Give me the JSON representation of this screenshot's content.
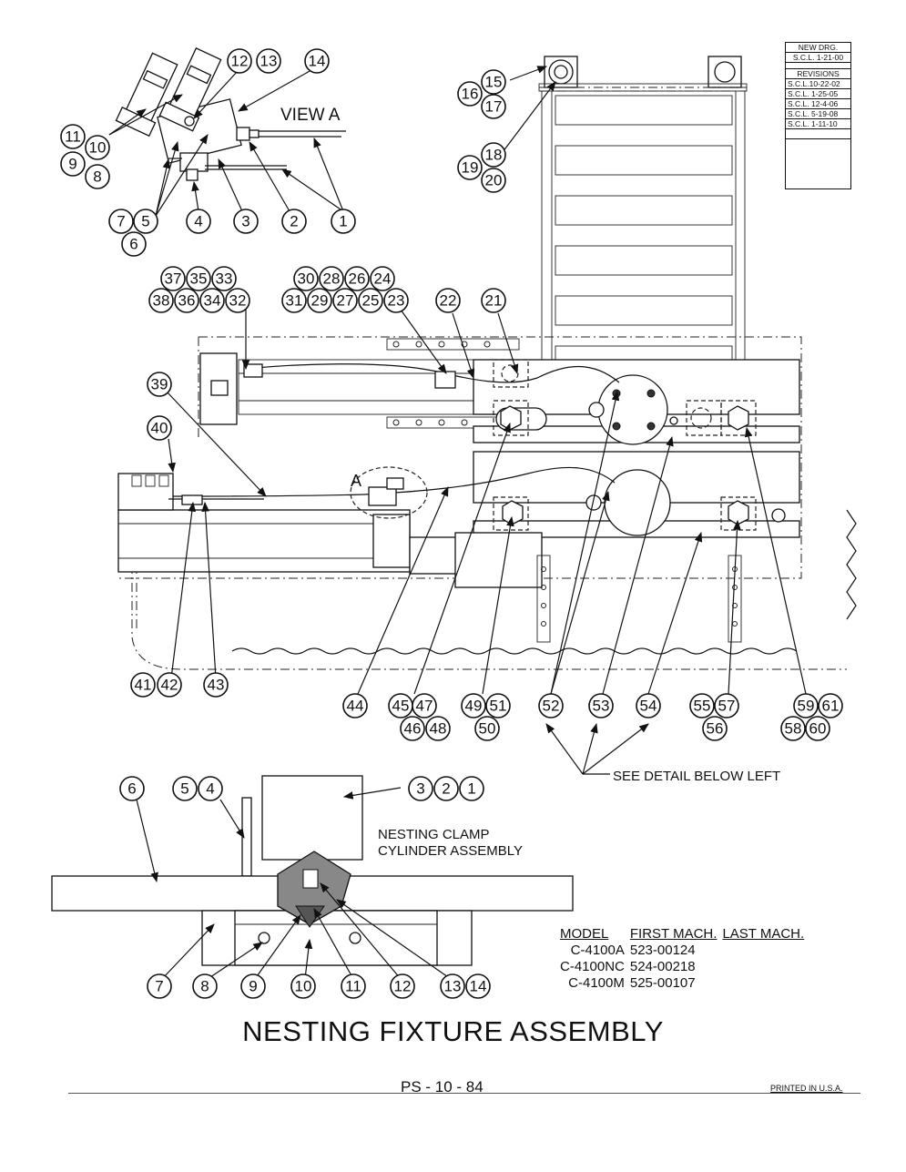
{
  "revisions": {
    "header": "NEW DRG.",
    "original": "S.C.L. 1-21-00",
    "revisions_label": "REVISIONS",
    "entries": [
      "S.C.L.10-22-02",
      "S.C.L. 1-25-05",
      "S.C.L. 12-4-06",
      "S.C.L. 5-19-08",
      "S.C.L. 1-11-10"
    ]
  },
  "view_a": {
    "label": "VIEW A",
    "callouts": [
      "12",
      "13",
      "14",
      "11",
      "10",
      "9",
      "8",
      "7",
      "5",
      "6",
      "4",
      "3",
      "2",
      "1"
    ]
  },
  "main_view": {
    "detail_marker": "A",
    "callouts": [
      "15",
      "16",
      "17",
      "18",
      "19",
      "20",
      "37",
      "35",
      "33",
      "38",
      "36",
      "34",
      "32",
      "30",
      "28",
      "26",
      "24",
      "31",
      "29",
      "27",
      "25",
      "23",
      "22",
      "21",
      "39",
      "40",
      "41",
      "42",
      "43",
      "44",
      "45",
      "47",
      "46",
      "48",
      "49",
      "51",
      "50",
      "52",
      "53",
      "54",
      "55",
      "57",
      "56",
      "59",
      "61",
      "58",
      "60"
    ],
    "see_detail_note": "SEE DETAIL BELOW LEFT"
  },
  "detail": {
    "label_line1": "NESTING CLAMP",
    "label_line2": "CYLINDER ASSEMBLY",
    "callouts": [
      "6",
      "5",
      "4",
      "3",
      "2",
      "1",
      "7",
      "8",
      "9",
      "10",
      "11",
      "12",
      "13",
      "14"
    ]
  },
  "model_table": {
    "headers": [
      "MODEL",
      "FIRST MACH.",
      "LAST MACH."
    ],
    "rows": [
      {
        "model": "C-4100A",
        "first": "523-00124",
        "last": ""
      },
      {
        "model": "C-4100NC",
        "first": "524-00218",
        "last": ""
      },
      {
        "model": "C-4100M",
        "first": "525-00107",
        "last": ""
      }
    ]
  },
  "title": "NESTING FIXTURE ASSEMBLY",
  "page_number": "PS - 10 - 84",
  "printed_note": "PRINTED IN U.S.A."
}
